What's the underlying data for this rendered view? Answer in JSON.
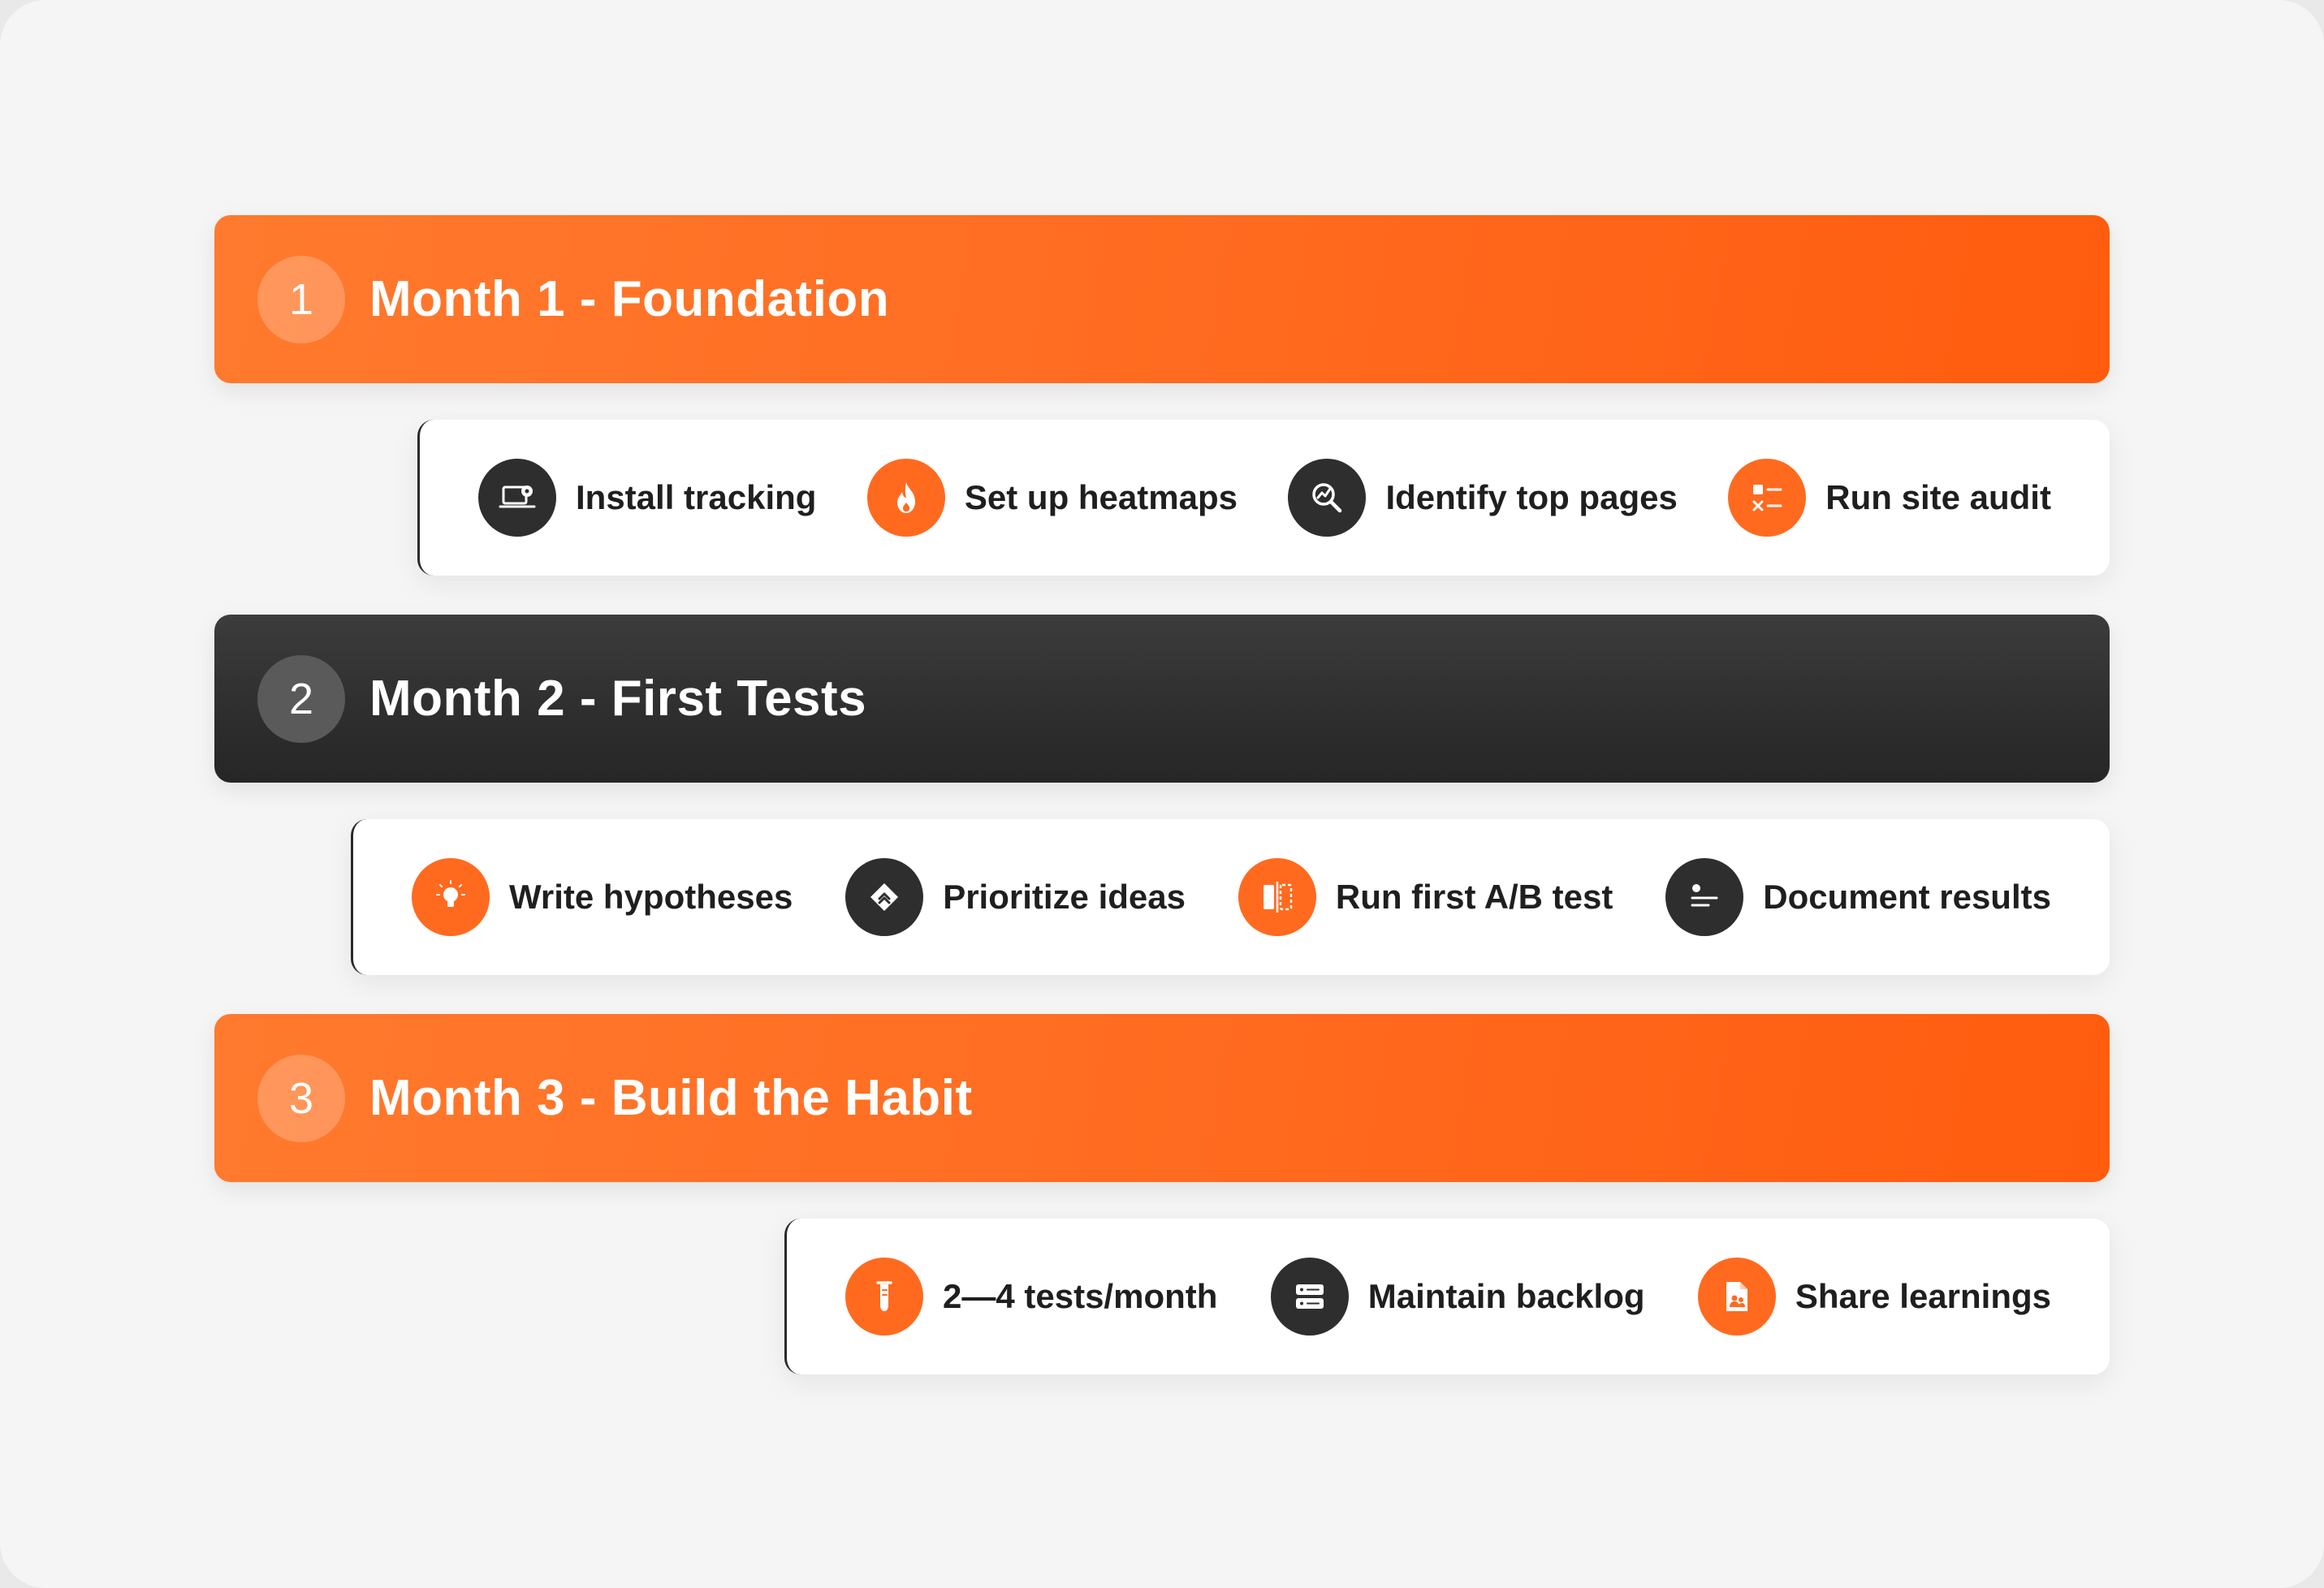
{
  "phases": [
    {
      "number": "1",
      "title": "Month 1 - Foundation",
      "theme": "orange",
      "tasks": [
        {
          "label": "Install tracking",
          "icon": "laptop-gear-icon",
          "theme": "dark"
        },
        {
          "label": "Set up heatmaps",
          "icon": "flame-icon",
          "theme": "orange"
        },
        {
          "label": "Identify top pages",
          "icon": "magnifier-chart-icon",
          "theme": "dark"
        },
        {
          "label": "Run site audit",
          "icon": "checklist-icon",
          "theme": "orange"
        }
      ]
    },
    {
      "number": "2",
      "title": "Month 2 - First Tests",
      "theme": "dark",
      "tasks": [
        {
          "label": "Write hypotheses",
          "icon": "lightbulb-icon",
          "theme": "orange"
        },
        {
          "label": "Prioritize ideas",
          "icon": "priority-diamond-icon",
          "theme": "dark"
        },
        {
          "label": "Run first A/B test",
          "icon": "split-test-icon",
          "theme": "orange"
        },
        {
          "label": "Document results",
          "icon": "document-lines-icon",
          "theme": "dark"
        }
      ]
    },
    {
      "number": "3",
      "title": "Month 3 - Build the Habit",
      "theme": "orange",
      "tasks": [
        {
          "label": "2—4 tests/month",
          "icon": "test-tube-icon",
          "theme": "orange"
        },
        {
          "label": "Maintain backlog",
          "icon": "server-stack-icon",
          "theme": "dark"
        },
        {
          "label": "Share learnings",
          "icon": "shared-file-icon",
          "theme": "orange"
        }
      ]
    }
  ],
  "colors": {
    "accent_orange": "#ff6a1f",
    "dark": "#2e2e2e",
    "background": "#f5f5f5",
    "card": "#ffffff"
  }
}
